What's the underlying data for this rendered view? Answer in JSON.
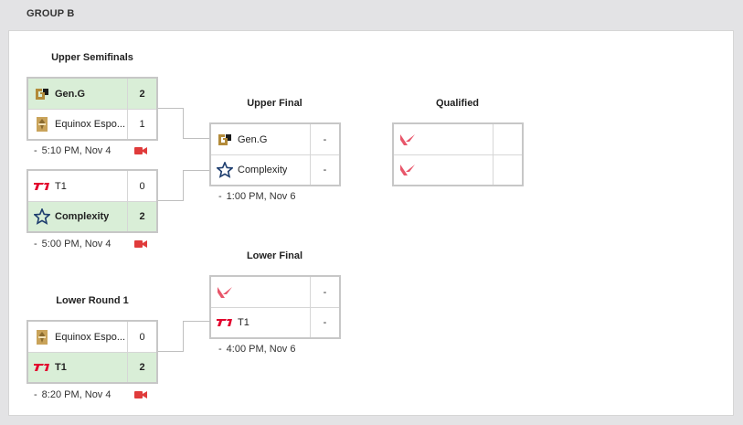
{
  "group_title": "GROUP B",
  "rounds": {
    "upper_semifinals": "Upper Semifinals",
    "upper_final": "Upper Final",
    "qualified": "Qualified",
    "lower_final": "Lower Final",
    "lower_round_1": "Lower Round 1"
  },
  "matches": {
    "us1": {
      "teams": [
        {
          "name": "Gen.G",
          "score": "2",
          "logo": "geng-logo-icon"
        },
        {
          "name": "Equinox Espo...",
          "score": "1",
          "logo": "equinox-logo-icon"
        }
      ],
      "time": "5:10 PM, Nov 4",
      "dash": "-"
    },
    "us2": {
      "teams": [
        {
          "name": "T1",
          "score": "0",
          "logo": "t1-logo-icon"
        },
        {
          "name": "Complexity",
          "score": "2",
          "logo": "complexity-logo-icon"
        }
      ],
      "time": "5:00 PM, Nov 4",
      "dash": "-"
    },
    "uf": {
      "teams": [
        {
          "name": "Gen.G",
          "score": "-",
          "logo": "geng-logo-icon"
        },
        {
          "name": "Complexity",
          "score": "-",
          "logo": "complexity-logo-icon"
        }
      ],
      "time": "1:00 PM, Nov 6",
      "dash": "-"
    },
    "q": {
      "teams": [
        {
          "name": "",
          "score": "",
          "logo": "valorant-logo-icon"
        },
        {
          "name": "",
          "score": "",
          "logo": "valorant-logo-icon"
        }
      ]
    },
    "lf": {
      "teams": [
        {
          "name": "",
          "score": "-",
          "logo": "valorant-logo-icon"
        },
        {
          "name": "T1",
          "score": "-",
          "logo": "t1-logo-icon"
        }
      ],
      "time": "4:00 PM, Nov 6",
      "dash": "-"
    },
    "lr1": {
      "teams": [
        {
          "name": "Equinox Espo...",
          "score": "0",
          "logo": "equinox-logo-icon"
        },
        {
          "name": "T1",
          "score": "2",
          "logo": "t1-logo-icon"
        }
      ],
      "time": "8:20 PM, Nov 4",
      "dash": "-"
    }
  },
  "colors": {
    "win_bg": "#d9eed7",
    "stream_icon": "#e03b3b",
    "valorant_red": "#e8566a",
    "complexity_blue": "#1d3d6e",
    "geng_gold": "#b38b3a"
  }
}
